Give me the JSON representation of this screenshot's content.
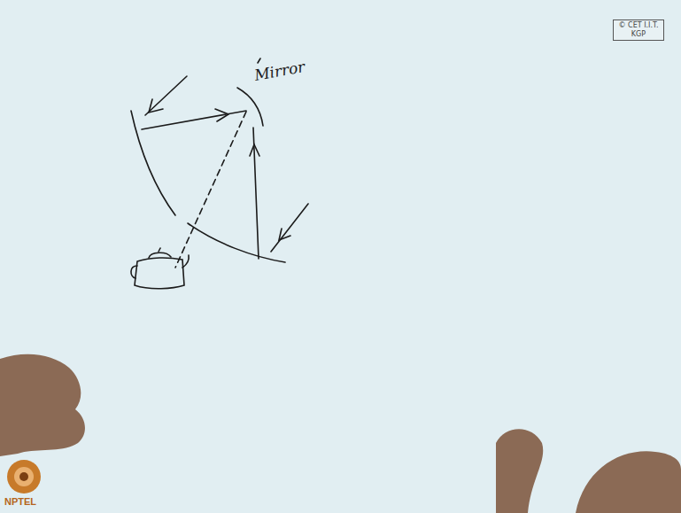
{
  "diagram": {
    "nodes": [
      {
        "text": [
          "© CET I.I.T. KGP"
        ]
      }
    ],
    "labels": [
      "Mirror",
      "NPTEL"
    ]
  }
}
